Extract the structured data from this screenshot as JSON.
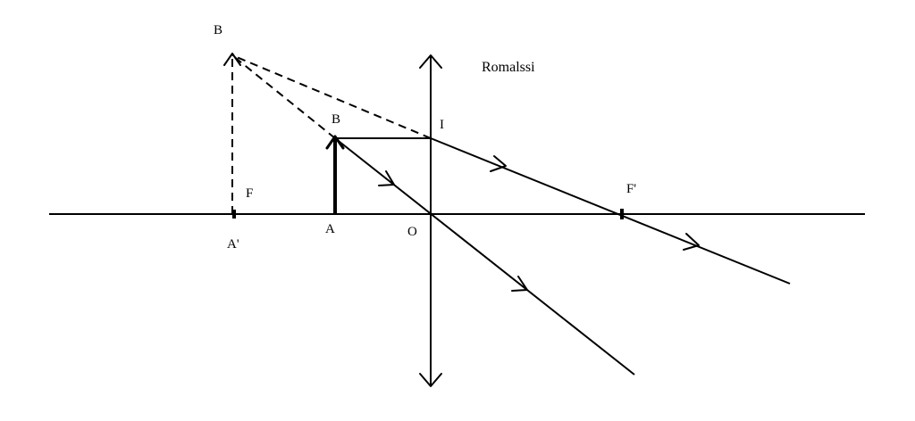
{
  "diagram": {
    "labels": {
      "image_top_b": "B",
      "object_top_b": "B",
      "lens_point_i": "I",
      "focal_f": "F",
      "focal_f_prime": "F'",
      "image_base_a_prime": "A'",
      "object_base_a": "A",
      "optical_center_o": "O"
    },
    "watermark": "Romalssi"
  }
}
